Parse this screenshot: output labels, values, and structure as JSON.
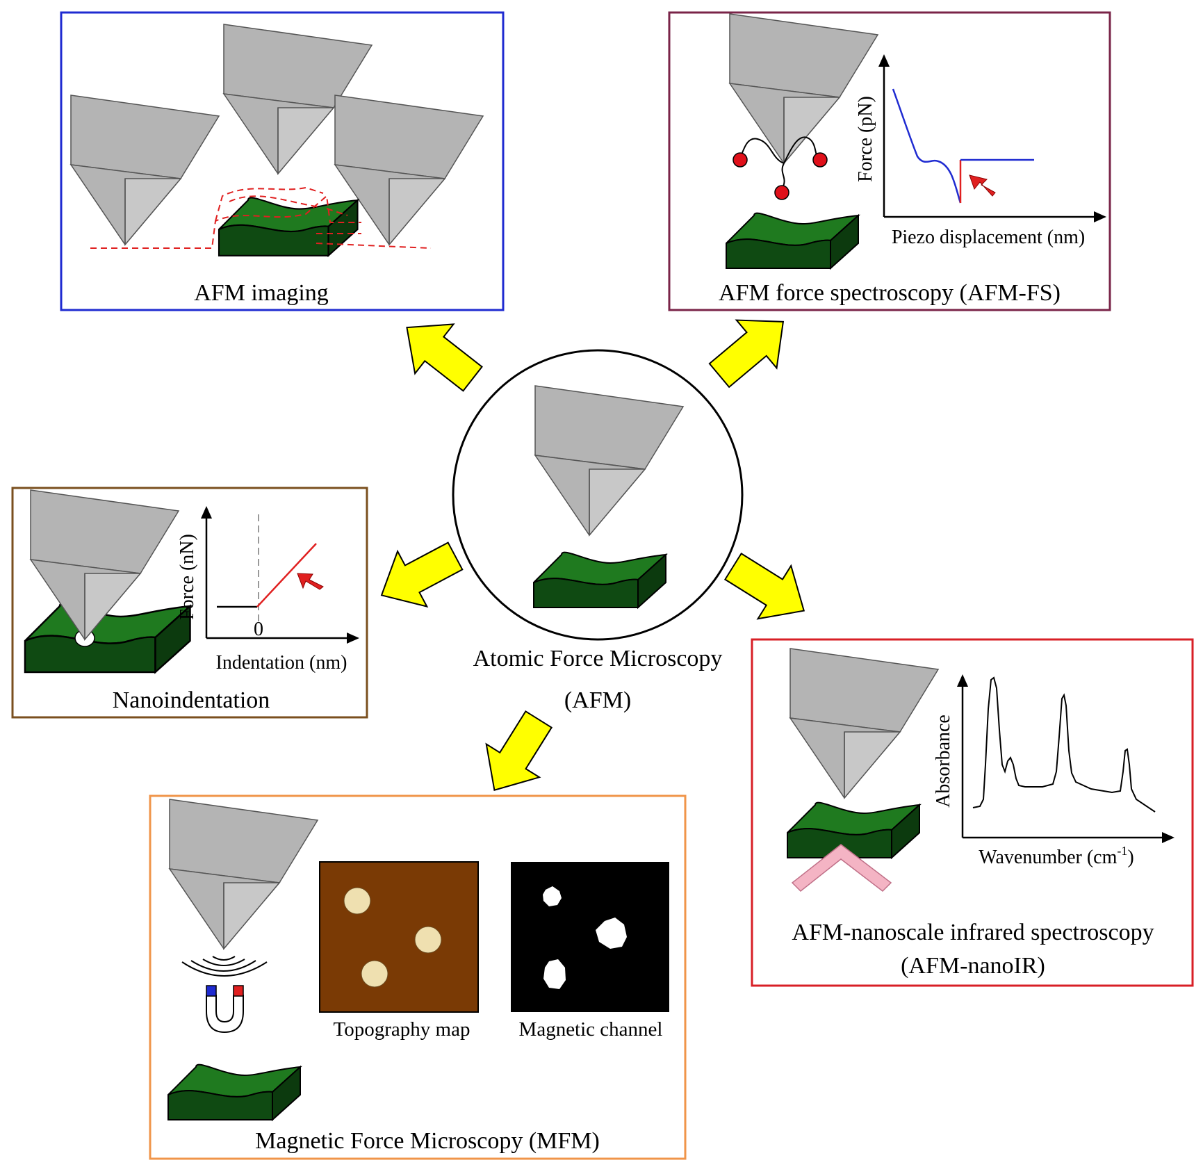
{
  "center": {
    "title": "Atomic Force Microscopy",
    "abbr": "(AFM)"
  },
  "panels": {
    "imaging": {
      "title": "AFM imaging"
    },
    "force_spectroscopy": {
      "title": "AFM force spectroscopy (AFM-FS)",
      "y_label": "Force (pN)",
      "x_label": "Piezo displacement (nm)"
    },
    "nanoindentation": {
      "title": "Nanoindentation",
      "y_label": "Force (nN)",
      "x_label": "Indentation (nm)",
      "zero_tick": "0"
    },
    "nanoir": {
      "title_line1": "AFM-nanoscale infrared spectroscopy",
      "title_line2": "(AFM-nanoIR)",
      "y_label": "Absorbance",
      "x_label": "Wavenumber (cm",
      "x_label_sup": "-1",
      "x_label_end": ")"
    },
    "mfm": {
      "title": "Magnetic Force Microscopy (MFM)",
      "map1_label": "Topography map",
      "map2_label": "Magnetic channel"
    }
  },
  "colors": {
    "imaging_border": "#1f2bd1",
    "fs_border": "#7a2448",
    "nano_border": "#7a4f1e",
    "nanoir_border": "#d81f26",
    "mfm_border": "#f0954a",
    "arrow_fill": "#ffff00",
    "tip_fill": "#b4b4b4",
    "sample_top": "#1f7a1f",
    "sample_side": "#0f4a12",
    "topography_bg": "#7a3a05",
    "topography_dots": "#efe0b0"
  }
}
